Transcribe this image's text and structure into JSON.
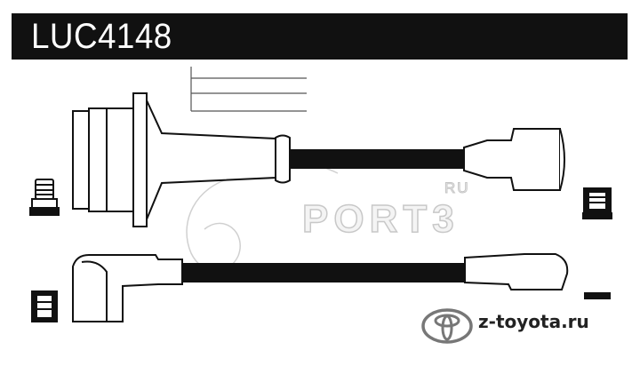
{
  "header": {
    "part_number": "LUC4148",
    "background": "#111111",
    "text_color": "#ffffff"
  },
  "watermark": {
    "text": "PORT3",
    "ru_text": "RU"
  },
  "footer": {
    "site": "z-toyota.ru",
    "logo_icon": "toyota-logo-icon"
  },
  "diagram": {
    "components": [
      "coil-lead-icon",
      "long-lead-icon",
      "spark-plug-connector-icon",
      "distributor-connector-icon"
    ],
    "stroke_color": "#111111"
  }
}
